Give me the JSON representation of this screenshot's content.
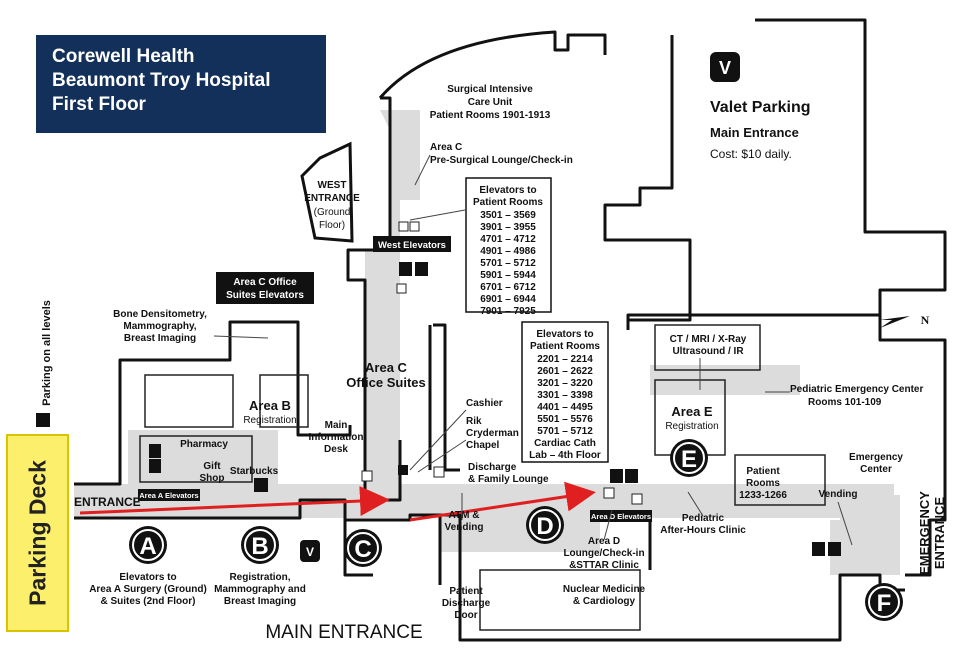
{
  "title": {
    "line1": "Corewell Health",
    "line2": "Beaumont Troy Hospital",
    "line3": "First Floor"
  },
  "parking_deck": "Parking Deck",
  "parking_levels": "Parking on all levels",
  "valet": {
    "badge": "V",
    "title": "Valet Parking",
    "subtitle": "Main Entrance",
    "cost": "Cost: $10 daily."
  },
  "north": "N",
  "entrance_label": "ENTRANCE",
  "main_entrance": "MAIN ENTRANCE",
  "emergency_entrance": [
    "EMERGENCY",
    "ENTRANCE"
  ],
  "west_entrance": [
    "WEST",
    "ENTRANCE",
    "(Ground",
    "Floor)"
  ],
  "sicu": [
    "Surgical Intensive",
    "Care Unit",
    "Patient Rooms 1901-1913"
  ],
  "area_c_lounge": [
    "Area C",
    "Pre-Surgical Lounge/Check-in"
  ],
  "west_elevators": "West Elevators",
  "area_c_office_elevators": [
    "Area C Office",
    "Suites Elevators"
  ],
  "elevators_west": {
    "heading": [
      "Elevators to",
      "Patient Rooms"
    ],
    "rooms": [
      "3501 – 3569",
      "3901 – 3955",
      "4701 – 4712",
      "4901 – 4986",
      "5701 – 5712",
      "5901 – 5944",
      "6701 – 6712",
      "6901 – 6944",
      "7901 – 7925"
    ]
  },
  "elevators_d": {
    "heading": [
      "Elevators to",
      "Patient Rooms"
    ],
    "rooms": [
      "2201 – 2214",
      "2601 – 2622",
      "3201 – 3220",
      "3301 – 3398",
      "4401 – 4495",
      "5501 – 5576",
      "5701 – 5712",
      "Cardiac Cath",
      "Lab – 4th Floor"
    ]
  },
  "bone": [
    "Bone Densitometry,",
    "Mammography,",
    "Breast Imaging"
  ],
  "area_b": {
    "name": "Area B",
    "sub": "Registration"
  },
  "area_c_office": [
    "Area C",
    "Office Suites"
  ],
  "main_info": [
    "Main",
    "Information",
    "Desk"
  ],
  "pharmacy": "Pharmacy",
  "gift_shop": [
    "Gift",
    "Shop"
  ],
  "starbucks": "Starbucks",
  "area_a_elevators": "Area A Elevators",
  "area_d_elevators": "Area D Elevators",
  "cashier": "Cashier",
  "chapel": [
    "Rik",
    "Cryderman",
    "Chapel"
  ],
  "discharge_lounge": [
    "Discharge",
    "& Family Lounge"
  ],
  "atm": [
    "ATM &",
    "Vending"
  ],
  "ct_mri": [
    "CT / MRI / X-Ray",
    "Ultrasound / IR"
  ],
  "area_e": {
    "name": "Area E",
    "sub": "Registration"
  },
  "ped_er": [
    "Pediatric Emergency Center",
    "Rooms 101-109"
  ],
  "patient_rooms_e": [
    "Patient",
    "Rooms",
    "1233-1266"
  ],
  "emergency_center": [
    "Emergency",
    "Center"
  ],
  "vending": "Vending",
  "ped_after": [
    "Pediatric",
    "After-Hours Clinic"
  ],
  "area_d_lounge": [
    "Area D",
    "Lounge/Check-in",
    "&STTAR Clinic"
  ],
  "nuclear": [
    "Nuclear Medicine",
    "& Cardiology"
  ],
  "patient_discharge": [
    "Patient",
    "Discharge",
    "Door"
  ],
  "letters": {
    "a": "A",
    "b": "B",
    "c": "C",
    "d": "D",
    "e": "E",
    "f": "F",
    "v": "V"
  },
  "elevators_a_caption": [
    "Elevators to",
    "Area A Surgery (Ground)",
    "& Suites (2nd Floor)"
  ],
  "registration_b_caption": [
    "Registration,",
    "Mammography and",
    "Breast Imaging"
  ],
  "colors": {
    "navy": "#13305a",
    "corridor": "#dcdcdc",
    "route": "#e02020",
    "deck": "#fcef6c"
  }
}
